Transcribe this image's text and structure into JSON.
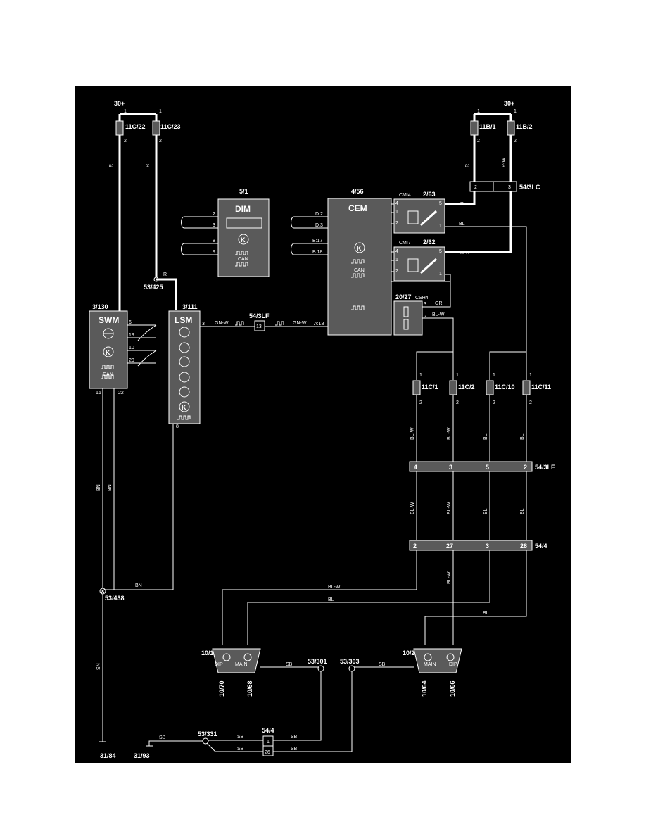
{
  "supplies": {
    "left": "30+",
    "right": "30+"
  },
  "fuses": {
    "f11c22": "11C/22",
    "f11c23": "11C/23",
    "f11b1": "11B/1",
    "f11b2": "11B/2",
    "f11c1": "11C/1",
    "f11c2": "11C/2",
    "f11c10": "11C/10",
    "f11c11": "11C/11"
  },
  "modules": {
    "dim_id": "5/1",
    "dim_name": "DIM",
    "cem_id": "4/56",
    "cem_name": "CEM",
    "swm_id": "3/130",
    "swm_name": "SWM",
    "lsm_id": "3/111",
    "lsm_name": "LSM",
    "relay1_id": "2/63",
    "relay1_tag": "CMI4",
    "relay2_id": "2/62",
    "relay2_tag": "CMI7",
    "res_id": "20/27",
    "res_tag": "CSH4",
    "lamp_left_id": "10/1",
    "lamp_right_id": "10/2",
    "can": "CAN",
    "dip": "DIP",
    "main": "MAIN"
  },
  "connectors": {
    "c54_3lc": "54/3LC",
    "c54_3lf": "54/3LF",
    "c54_3lf_pin": "13",
    "c54_3le": "54/3LE",
    "c54_4": "54/4",
    "c54_4b": "54/4"
  },
  "splices": {
    "s53_425": "53/425",
    "s53_438": "53/438",
    "s53_301": "53/301",
    "s53_303": "53/303",
    "s53_331": "53/331"
  },
  "grounds": {
    "g31_84": "31/84",
    "g31_93": "31/93"
  },
  "bulbs": {
    "b10_70": "10/70",
    "b10_68": "10/68",
    "b10_64": "10/64",
    "b10_66": "10/66"
  },
  "wire_colors": {
    "r": "R",
    "rw": "R-W",
    "bl": "BL",
    "blw": "BL-W",
    "gr": "GR",
    "gnw": "GN-W",
    "bn": "BN",
    "sb": "SB",
    "sn": "SN"
  },
  "pins": {
    "dim": [
      "2",
      "3",
      "8",
      "9"
    ],
    "cem": [
      "D:2",
      "D:3",
      "B:17",
      "B:18",
      "A:18"
    ],
    "swm": [
      "6",
      "19",
      "10",
      "20"
    ],
    "swm_bottom": [
      "16",
      "22"
    ],
    "le_row": [
      "4",
      "3",
      "5",
      "2"
    ],
    "c54_4_row": [
      "2",
      "27",
      "3",
      "28"
    ],
    "c54_3lc_row": [
      "2",
      "3"
    ],
    "c54_4b_row": [
      "1",
      "26"
    ]
  }
}
